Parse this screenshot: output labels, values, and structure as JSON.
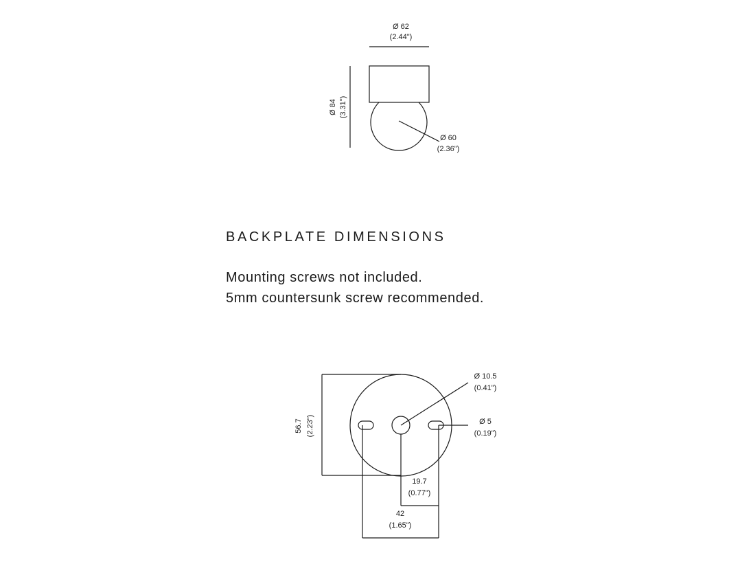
{
  "fixture": {
    "width_dim": {
      "value": "Ø 62",
      "imperial": "(2.44\")"
    },
    "height_dim": {
      "value": "Ø 84",
      "imperial": "(3.31\")"
    },
    "globe_dim": {
      "value": "Ø 60",
      "imperial": "(2.36\")"
    }
  },
  "section": {
    "heading": "BACKPLATE DIMENSIONS",
    "note_line1": "Mounting screws not included.",
    "note_line2": "5mm countersunk screw recommended."
  },
  "backplate": {
    "height_dim": {
      "value": "56.7",
      "imperial": "(2.23\")"
    },
    "center_hole_dim": {
      "value": "Ø 10.5",
      "imperial": "(0.41\")"
    },
    "slot_dim": {
      "value": "Ø 5",
      "imperial": "(0.19\")"
    },
    "offset_dim": {
      "value": "19.7",
      "imperial": "(0.77\")"
    },
    "spacing_dim": {
      "value": "42",
      "imperial": "(1.65\")"
    }
  }
}
